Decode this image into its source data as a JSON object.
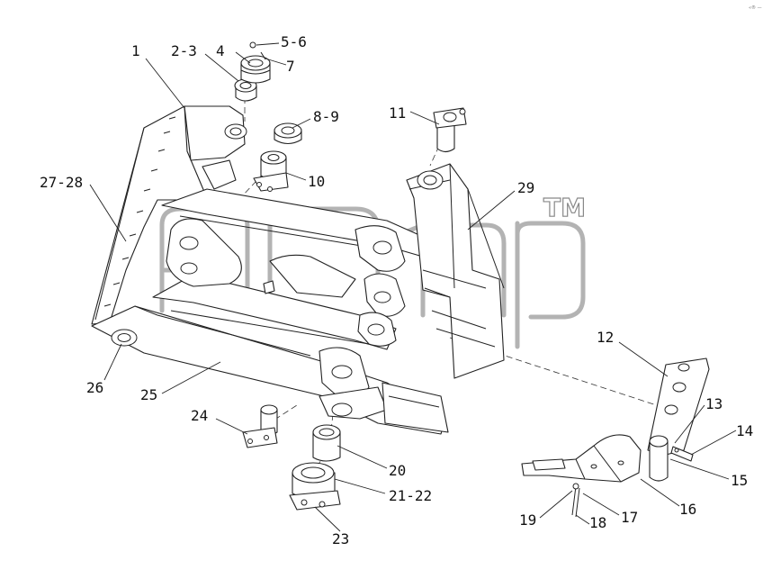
{
  "corner_text": "«® —",
  "watermark": {
    "tm": "TM"
  },
  "callouts": [
    {
      "id": "c1",
      "text": "1"
    },
    {
      "id": "c2",
      "text": "2-3"
    },
    {
      "id": "c3",
      "text": "4"
    },
    {
      "id": "c4",
      "text": "5-6"
    },
    {
      "id": "c5",
      "text": "7"
    },
    {
      "id": "c6",
      "text": "8-9"
    },
    {
      "id": "c7",
      "text": "10"
    },
    {
      "id": "c8",
      "text": "11"
    },
    {
      "id": "c9",
      "text": "12"
    },
    {
      "id": "c10",
      "text": "13"
    },
    {
      "id": "c11",
      "text": "14"
    },
    {
      "id": "c12",
      "text": "15"
    },
    {
      "id": "c13",
      "text": "16"
    },
    {
      "id": "c14",
      "text": "17"
    },
    {
      "id": "c15",
      "text": "18"
    },
    {
      "id": "c16",
      "text": "19"
    },
    {
      "id": "c17",
      "text": "20"
    },
    {
      "id": "c18",
      "text": "21-22"
    },
    {
      "id": "c19",
      "text": "23"
    },
    {
      "id": "c20",
      "text": "24"
    },
    {
      "id": "c21",
      "text": "25"
    },
    {
      "id": "c22",
      "text": "26"
    },
    {
      "id": "c23",
      "text": "27-28"
    },
    {
      "id": "c24",
      "text": "29"
    }
  ]
}
